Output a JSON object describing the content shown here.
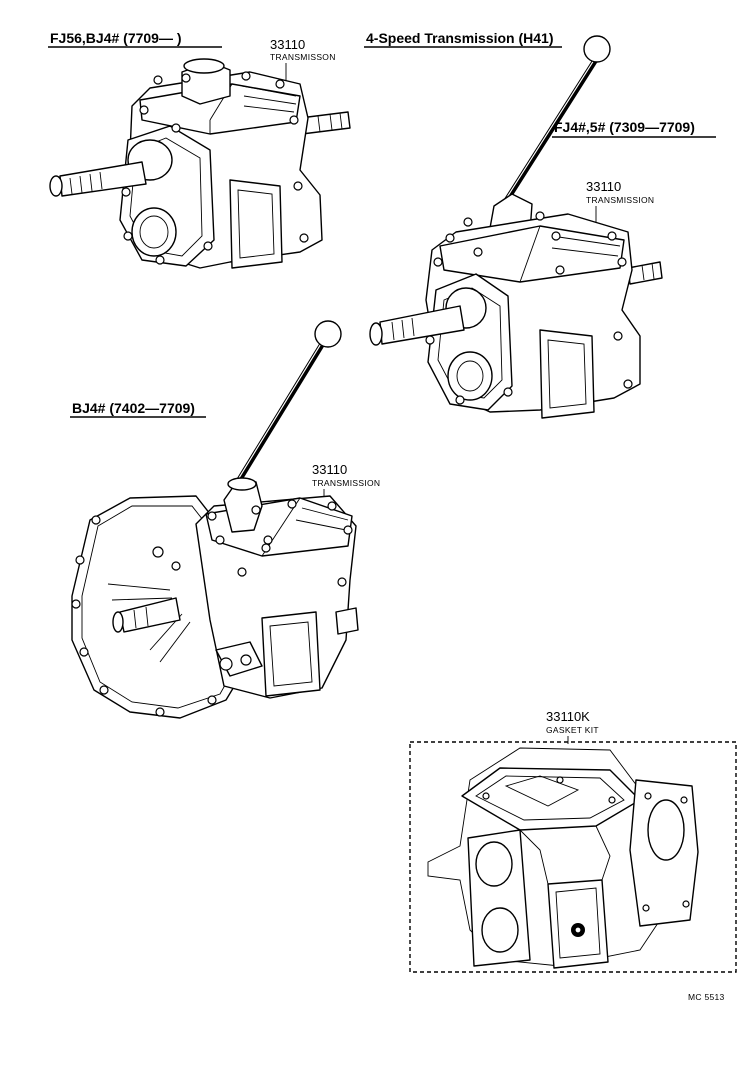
{
  "labels": {
    "fj56_title": "FJ56,BJ4# (7709—     )",
    "four_speed_title": "4-Speed Transmission (H41)",
    "fj45_title": "FJ4#,5# (7309—7709)",
    "bj4_title": "BJ4# (7402—7709)",
    "part_a_number": "33110",
    "part_a_name": "TRANSMISSON",
    "part_b_number": "33110",
    "part_b_name": "TRANSMISSION",
    "part_c_number": "33110",
    "part_c_name": "TRANSMISSION",
    "gasket_number": "33110K",
    "gasket_name": "GASKET KIT",
    "drawing_code": "MC 5513"
  }
}
